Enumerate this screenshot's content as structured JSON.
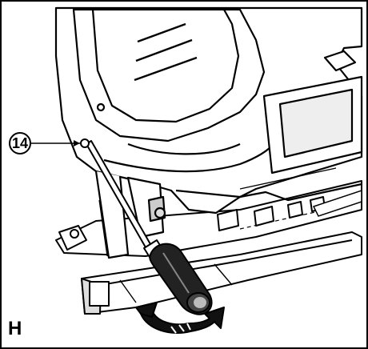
{
  "figure": {
    "panel_letter": "H",
    "callout_number": "14",
    "icons": [
      "jigsaw-body",
      "screwdriver",
      "rotation-arrow",
      "guide-rail"
    ],
    "colors": {
      "ink": "#000000",
      "paper": "#ffffff",
      "shade": "#cfcfcf"
    }
  }
}
